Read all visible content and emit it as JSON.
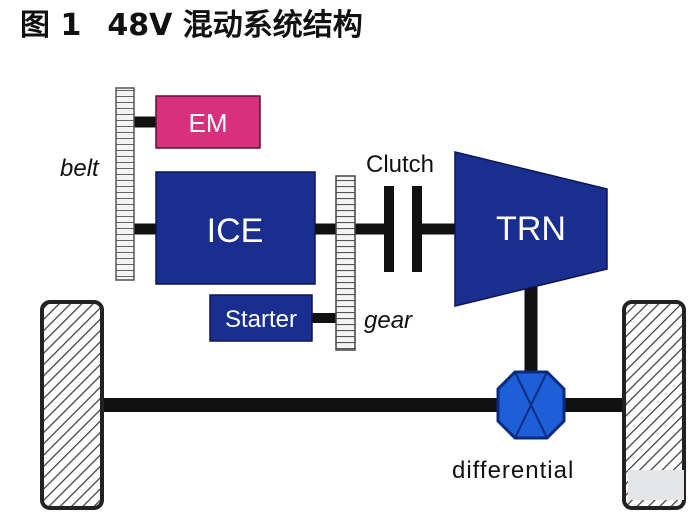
{
  "title": {
    "figure": "图 1",
    "text": "48V 混动系统结构"
  },
  "components": {
    "em": "EM",
    "ice": "ICE",
    "trn": "TRN",
    "starter": "Starter",
    "belt": "belt",
    "clutch": "Clutch",
    "gear": "gear",
    "differential": "differential"
  },
  "colors": {
    "em": "#d9307e",
    "block": "#1a2e8f",
    "differential": "#1d5fd6",
    "shaft": "#111111"
  }
}
